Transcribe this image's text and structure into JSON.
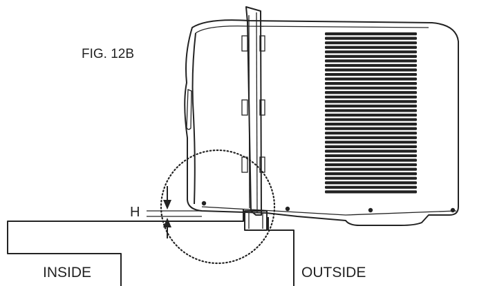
{
  "figure": {
    "caption": "FIG. 12B",
    "labels": {
      "height_marker": "H",
      "inside": "INSIDE",
      "outside": "OUTSIDE"
    }
  },
  "colors": {
    "line": "#222222",
    "background": "#ffffff"
  }
}
